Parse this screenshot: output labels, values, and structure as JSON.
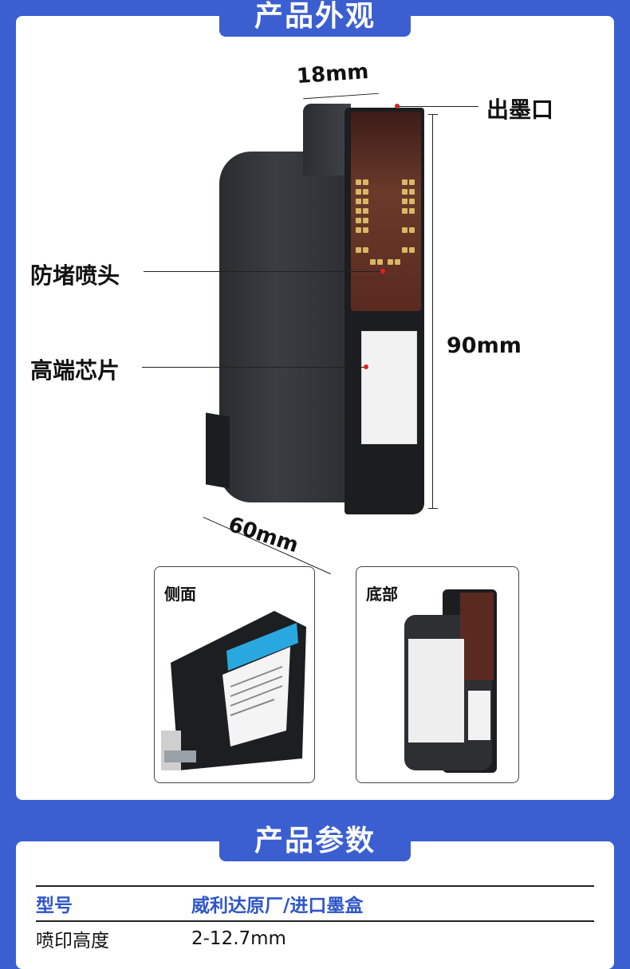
{
  "sections": {
    "appearance_title": "产品外观",
    "params_title": "产品参数"
  },
  "callouts": {
    "width": "18mm",
    "ink_outlet": "出墨口",
    "nozzle": "防堵喷头",
    "height": "90mm",
    "chip": "高端芯片",
    "depth": "60mm"
  },
  "thumbnails": {
    "side": "侧面",
    "bottom": "底部"
  },
  "params": [
    {
      "key": "型号",
      "value": "威利达原厂/进口墨盒"
    },
    {
      "key": "喷印高度",
      "value": "2-12.7mm"
    }
  ],
  "colors": {
    "brand_blue": "#3b5fd0",
    "accent_blue_text": "#2e56c8",
    "marker_red": "#e02020"
  }
}
